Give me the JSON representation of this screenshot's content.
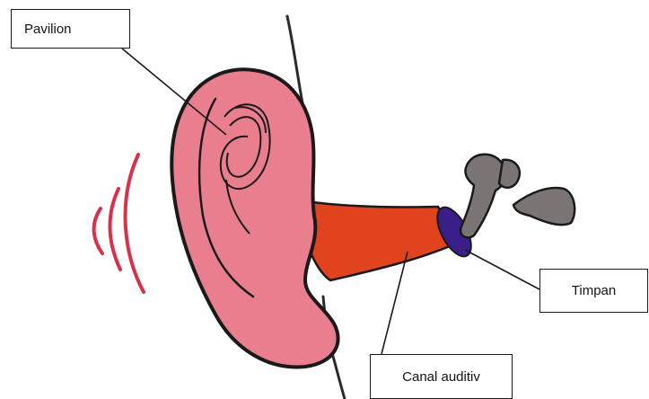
{
  "labels": {
    "pavilion": "Pavilion",
    "timpan": "Timpan",
    "canal": "Canal auditiv"
  },
  "colors": {
    "pinna_fill": "#e97f8e",
    "pinna_outline": "#1a1a1a",
    "canal_fill": "#e2431f",
    "eardrum_fill": "#3a1f8a",
    "ossicles_fill": "#7a7574",
    "sound_waves": "#d6324a",
    "leader_lines": "#1a1a1a"
  },
  "icons": {
    "sound_waves": "sound-waves-icon"
  }
}
